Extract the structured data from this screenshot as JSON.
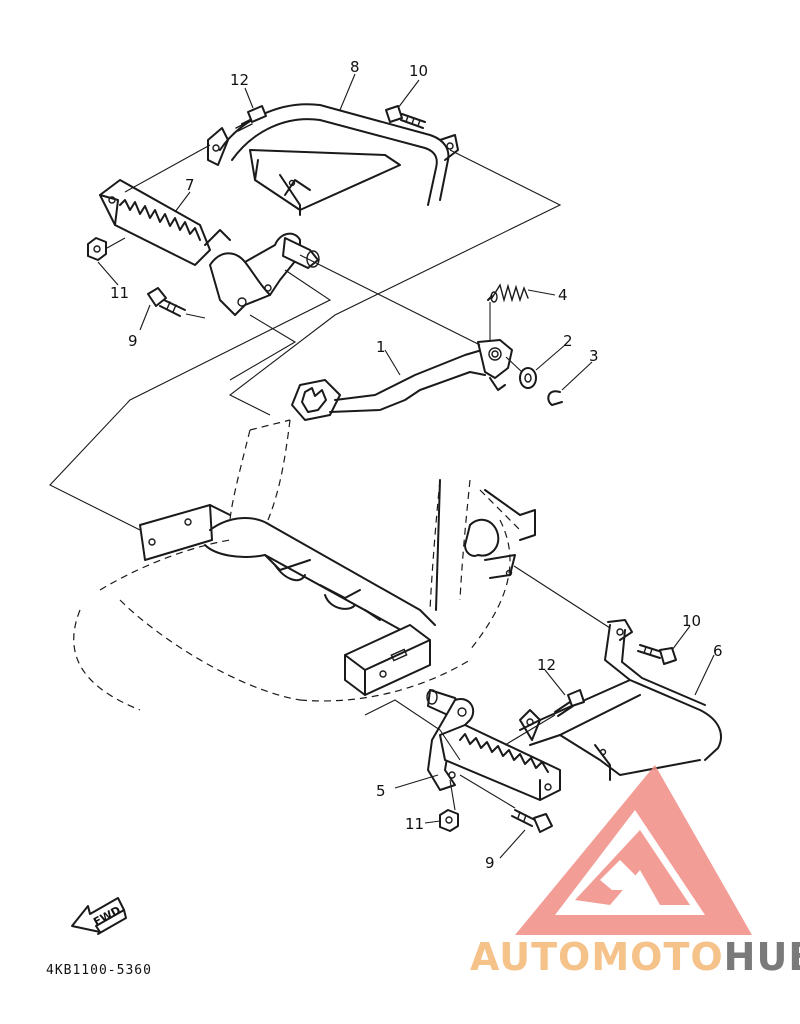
{
  "diagram": {
    "part_code": "4KB1100-5360",
    "direction_label": "FWD",
    "callouts": [
      {
        "id": "c1",
        "label": "1"
      },
      {
        "id": "c2",
        "label": "2"
      },
      {
        "id": "c3",
        "label": "3"
      },
      {
        "id": "c4",
        "label": "4"
      },
      {
        "id": "c5",
        "label": "5"
      },
      {
        "id": "c6",
        "label": "6"
      },
      {
        "id": "c7",
        "label": "7"
      },
      {
        "id": "c8",
        "label": "8"
      },
      {
        "id": "c9a",
        "label": "9"
      },
      {
        "id": "c9b",
        "label": "9"
      },
      {
        "id": "c10a",
        "label": "10"
      },
      {
        "id": "c10b",
        "label": "10"
      },
      {
        "id": "c11a",
        "label": "11"
      },
      {
        "id": "c11b",
        "label": "11"
      },
      {
        "id": "c12a",
        "label": "12"
      },
      {
        "id": "c12b",
        "label": "12"
      }
    ]
  },
  "watermark": {
    "part1": "AUTOMOTO",
    "part2": "HUB",
    "color_primary": "#f08c84",
    "color_secondary": "#f5c28a",
    "color_dark": "#7a7a7a"
  }
}
